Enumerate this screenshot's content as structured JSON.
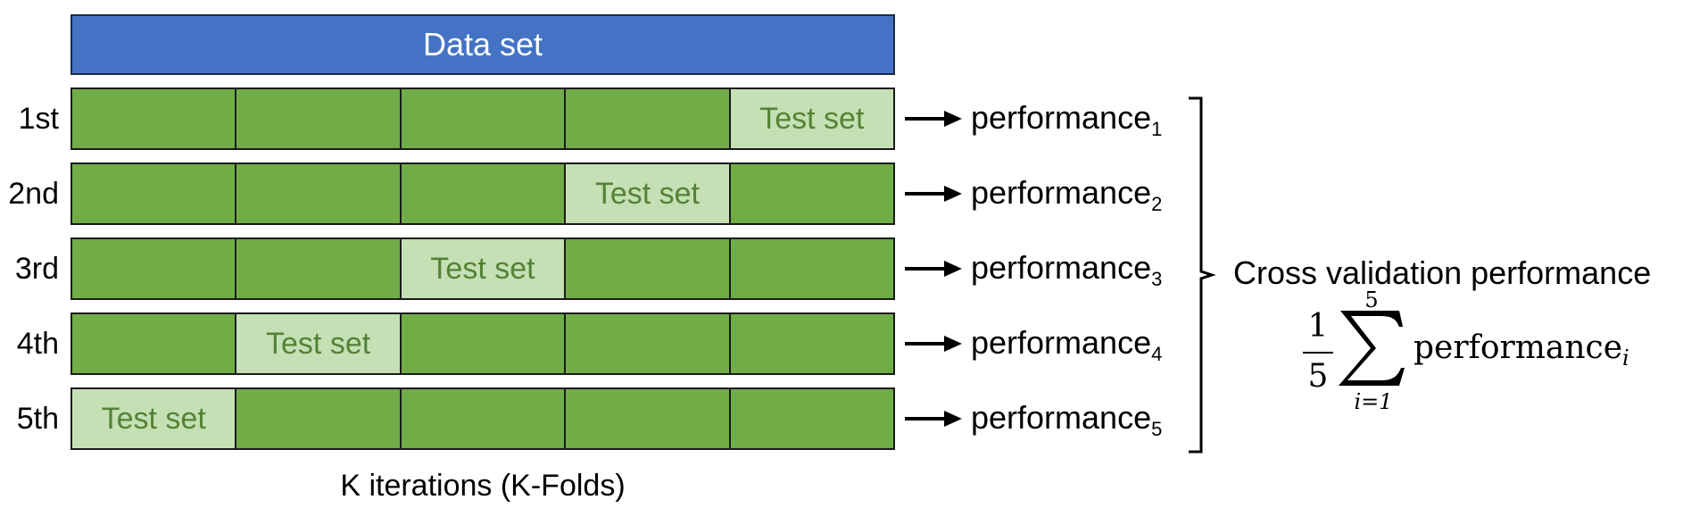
{
  "dataset": {
    "label": "Data set"
  },
  "iterations": [
    {
      "label": "1st",
      "test_fold": 5,
      "performance": "performance",
      "subscript": "1"
    },
    {
      "label": "2nd",
      "test_fold": 4,
      "performance": "performance",
      "subscript": "2"
    },
    {
      "label": "3rd",
      "test_fold": 3,
      "performance": "performance",
      "subscript": "3"
    },
    {
      "label": "4th",
      "test_fold": 2,
      "performance": "performance",
      "subscript": "4"
    },
    {
      "label": "5th",
      "test_fold": 1,
      "performance": "performance",
      "subscript": "5"
    }
  ],
  "folds_per_row": 5,
  "test_label": "Test set",
  "summary": {
    "title": "Cross validation performance",
    "numerator": "1",
    "denominator": "5",
    "sum_upper": "5",
    "sum_lower": "i=1",
    "term": "performance",
    "term_subscript": "i"
  },
  "xlabel": "K iterations (K-Folds)",
  "colors": {
    "dataset_fill": "#4472c4",
    "train_fold": "#70ad47",
    "test_fold": "#c5e0b4",
    "test_text": "#548235"
  }
}
